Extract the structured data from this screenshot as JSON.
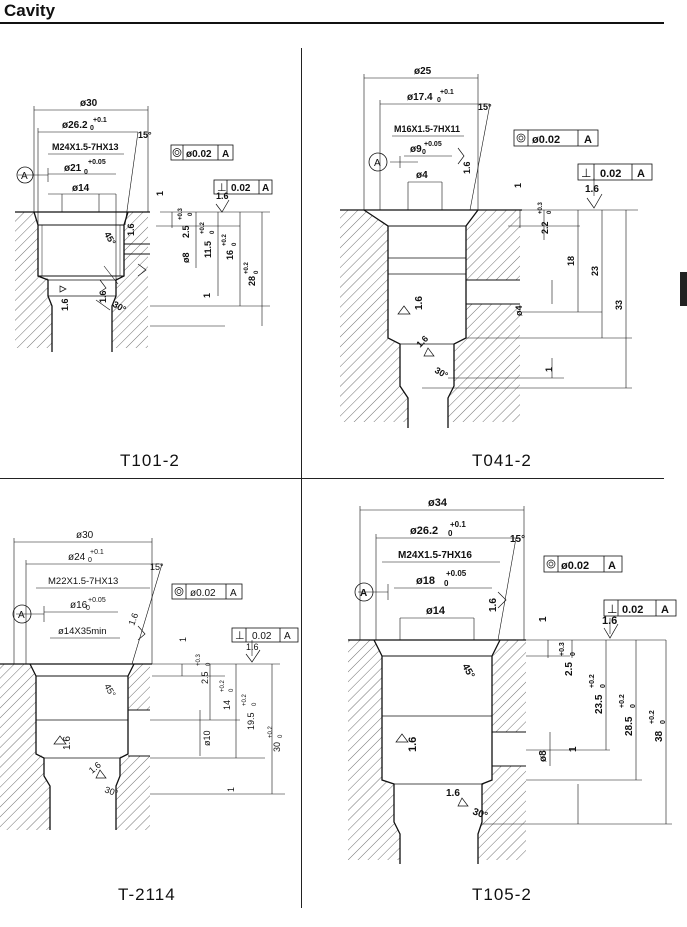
{
  "page": {
    "title": "Cavity"
  },
  "panels": [
    {
      "id": "t101",
      "caption": "T101-2",
      "dims": {
        "d_outer": "ø30",
        "d_mid": "ø26.2",
        "d_mid_tol": "+0.1",
        "d_mid_sub": "0",
        "thread": "M24X1.5-7HX13",
        "d_seat": "ø21",
        "d_seat_tol": "+0.05",
        "d_seat_sub": "0",
        "d_small": "ø14",
        "angle_top": "15°",
        "datum": "A",
        "concentric": "ø0.02",
        "concentric_ref": "A",
        "perp_symbol": "⊥",
        "perp": "0.02",
        "perp_ref": "A",
        "rough1": "1.6",
        "rough2": "1.6",
        "rough3": "1.6",
        "rough4": "1.6",
        "chamfer45": "45°",
        "angle30": "30°",
        "v_1a": "1",
        "v_25": "2.5",
        "v_25_tol": "+0.3",
        "v_25_sub": "0",
        "v_d8": "ø8",
        "v_115": "11.5",
        "v_115_tol": "+0.2",
        "v_115_sub": "0",
        "v_16": "16",
        "v_16_tol": "+0.2",
        "v_16_sub": "0",
        "v_28": "28",
        "v_28_tol": "+0.2",
        "v_28_sub": "0",
        "v_1b": "1"
      }
    },
    {
      "id": "t041",
      "caption": "T041-2",
      "dims": {
        "d_outer": "ø25",
        "d_mid": "ø17.4",
        "d_mid_tol": "+0.1",
        "d_mid_sub": "0",
        "thread": "M16X1.5-7HX11",
        "d_seat": "ø9",
        "d_seat_tol": "+0.05",
        "d_seat_sub": "0",
        "d_small": "ø4",
        "angle_top": "15°",
        "datum": "A",
        "concentric": "ø0.02",
        "concentric_ref": "A",
        "perp_symbol": "⊥",
        "perp": "0.02",
        "perp_ref": "A",
        "rough1": "1.6",
        "rough2": "1.6",
        "rough3": "1.6",
        "rough4": "1.6",
        "angle30": "30°",
        "v_1a": "1",
        "v_22": "2.2",
        "v_22_tol": "+0.3",
        "v_22_sub": "0",
        "v_18": "18",
        "v_23": "23",
        "v_33": "33",
        "v_d4": "ø4",
        "v_1b": "1"
      }
    },
    {
      "id": "t2114",
      "caption": "T-2114",
      "dims": {
        "d_outer": "ø30",
        "d_mid": "ø24",
        "d_mid_tol": "+0.1",
        "d_mid_sub": "0",
        "thread": "M22X1.5-7HX13",
        "d_seat": "ø16",
        "d_seat_tol": "+0.05",
        "d_seat_sub": "0",
        "d_small": "ø14X35min",
        "angle_top": "15°",
        "datum": "A",
        "concentric": "ø0.02",
        "concentric_ref": "A",
        "perp_symbol": "⊥",
        "perp": "0.02",
        "perp_ref": "A",
        "rough1": "1.6",
        "rough2": "1.6",
        "rough3": "1.6",
        "rough4": "1.6",
        "chamfer45": "45°",
        "angle30": "30°",
        "v_1a": "1",
        "v_25": "2.5",
        "v_25_tol": "+0.3",
        "v_25_sub": "0",
        "v_14": "14",
        "v_14_tol": "+0.2",
        "v_14_sub": "0",
        "v_195": "19.5",
        "v_195_tol": "+0.2",
        "v_195_sub": "0",
        "v_30": "30",
        "v_30_tol": "+0.2",
        "v_30_sub": "0",
        "v_d10": "ø10",
        "v_1b": "1"
      }
    },
    {
      "id": "t105",
      "caption": "T105-2",
      "dims": {
        "d_outer": "ø34",
        "d_mid": "ø26.2",
        "d_mid_tol": "+0.1",
        "d_mid_sub": "0",
        "thread": "M24X1.5-7HX16",
        "d_seat": "ø18",
        "d_seat_tol": "+0.05",
        "d_seat_sub": "0",
        "d_small": "ø14",
        "angle_top": "15°",
        "datum": "A",
        "concentric": "ø0.02",
        "concentric_ref": "A",
        "perp_symbol": "⊥",
        "perp": "0.02",
        "perp_ref": "A",
        "rough1": "1.6",
        "rough2": "1.6",
        "rough3": "1.6",
        "rough4": "1.6",
        "chamfer45": "45°",
        "angle30": "30°",
        "v_1a": "1",
        "v_25": "2.5",
        "v_25_tol": "+0.3",
        "v_25_sub": "0",
        "v_235": "23.5",
        "v_235_tol": "+0.2",
        "v_235_sub": "0",
        "v_285": "28.5",
        "v_285_tol": "+0.2",
        "v_285_sub": "0",
        "v_38": "38",
        "v_38_tol": "+0.2",
        "v_38_sub": "0",
        "v_d8": "ø8",
        "v_1b": "1"
      }
    }
  ]
}
